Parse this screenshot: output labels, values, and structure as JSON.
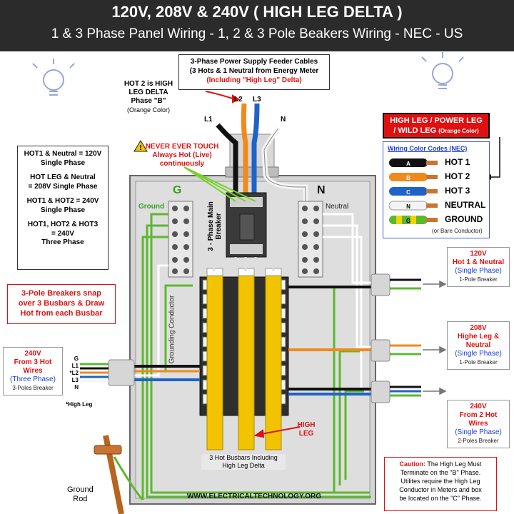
{
  "title": {
    "line1": "120V, 208V & 240V ( HIGH LEG DELTA )",
    "line2": "1 & 3 Phase Panel Wiring - 1, 2 & 3 Pole Beakers Wiring - NEC - US"
  },
  "feeder": {
    "line1": "3-Phase Power Supply Feeder Cables",
    "line2": "(3 Hots & 1 Neutral from Energy Meter",
    "line3": "(Including \"High Leg\" Delta)",
    "labels": {
      "l1": "L1",
      "l2": "L2",
      "l3": "L3",
      "n": "N"
    }
  },
  "hot2_note": {
    "line1": "HOT 2 is HIGH",
    "line2": "LEG DELTA",
    "line3": "Phase \"B\"",
    "line4": "(Orange Color)"
  },
  "warning": {
    "line1": "NEVER EVER TOUCH",
    "line2": "Always Hot (Live)",
    "line3": "continuously"
  },
  "voltages": {
    "a1": "HOT1 & Neutral = 120V",
    "a2": "Single Phase",
    "b1": "HOT LEG & Neutral",
    "b2": "= 208V Single Phase",
    "c1": "HOT1 & HOT2 = 240V",
    "c2": "Single Phase",
    "d1": "HOT1, HOT2 & HOT3",
    "d2": "= 240V",
    "d3": "Three Phase"
  },
  "pole_note": {
    "line1": "3-Pole Breakers snap",
    "line2": "over 3 Busbars & Draw",
    "line3": "Hot from each Busbar"
  },
  "high_leg_box": {
    "line1": "HIGH LEG / POWER LEG",
    "line2": "/ WILD LEG",
    "line2b": "(Orange Color)"
  },
  "legend": {
    "title": "Wiring Color Codes (NEC)",
    "items": [
      {
        "tag": "A",
        "name": "HOT 1",
        "color": "#111111"
      },
      {
        "tag": "B",
        "name": "HOT 2",
        "color": "#f08a1c"
      },
      {
        "tag": "C",
        "name": "HOT 3",
        "color": "#1f63c9"
      },
      {
        "tag": "N",
        "name": "NEUTRAL",
        "color": "#f2f2f2"
      },
      {
        "tag": "G",
        "name": "GROUND",
        "color": "#5cb82e"
      }
    ],
    "note": "(or Bare Conductor)"
  },
  "panel": {
    "g_label": "G",
    "n_label": "N",
    "ground": "Ground",
    "neutral": "Neutral",
    "main_breaker": "3 - Phase Main Breaker",
    "grounding_conductor": "Grounding Conductor",
    "high_leg": "HIGH LEG",
    "busbars_line1": "3 Hot Busbars Including",
    "busbars_line2": "High Leg Delta",
    "website": "WWW.ELECTRICALTECHNOLOGY.ORG"
  },
  "right_boxes": [
    {
      "v": "120V",
      "l1": "Hot 1 & Neutral",
      "l2": "(Single Phase)",
      "k": "1-Pole Breaker"
    },
    {
      "v": "208V",
      "l1": "Highe Leg &",
      "l1b": "Neutral",
      "l2": "(Single Phase)",
      "k": "1-Pole Breaker"
    },
    {
      "v": "240V",
      "l1": "From 2 Hot",
      "l1b": "Wires",
      "l2": "(Single Phase)",
      "k": "2-Poles Breaker"
    }
  ],
  "left_box": {
    "v": "240V",
    "l1": "From 3 Hot",
    "l1b": "Wires",
    "l2": "(Three Phase)",
    "k": "3-Poles Breaker"
  },
  "left_wires": {
    "g": "G",
    "l1": "L1",
    "l2": "*L2",
    "l3": "L3",
    "n": "N",
    "note": "*High Leg"
  },
  "caution": {
    "head": "Caution:",
    "text1": " The High Leg Must",
    "text2": "Terminate on the \"B\" Phase.",
    "text3": "Utilites require the High Leg",
    "text4": "Conductor in Meters and box",
    "text5": "be located on the \"C\" Phase."
  },
  "ground_rod": {
    "line1": "Ground",
    "line2": "Rod"
  }
}
